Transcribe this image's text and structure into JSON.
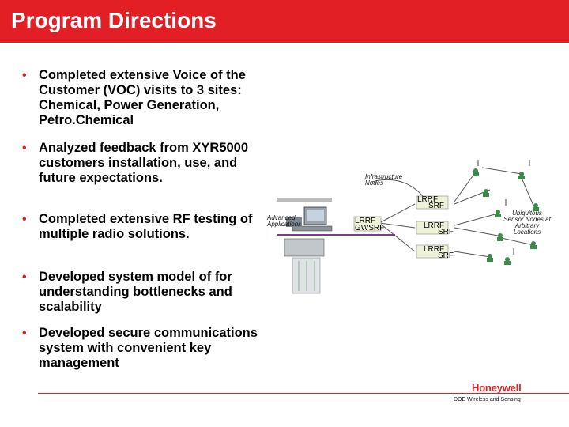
{
  "slide": {
    "title": "Program Directions",
    "bullets": [
      "Completed extensive Voice of the Customer (VOC) visits to 3 sites: Chemical, Power Generation, Petro.Chemical",
      "Analyzed feedback from XYR5000 customers installation, use, and future expectations.",
      "Completed extensive RF testing of multiple radio solutions.",
      "Developed system model of for understanding bottlenecks and scalability",
      "Developed secure communications system with convenient key management"
    ]
  },
  "diagram": {
    "infrastructure_label": "Infrastructure Nodes",
    "advanced_apps_label": "Advanced Applications",
    "ubiquitous_label": "Ubiquitous Sensor Nodes at Arbitrary Locations",
    "lrrf_label": "LRRF",
    "srf_label": "SRF",
    "lrrf_mid_label": "LRRF",
    "gwsrf_label": "GWSRF"
  },
  "footer": {
    "logo": "Honeywell",
    "caption": "DOE Wireless and Sensing"
  },
  "colors": {
    "accent": "#e31f26"
  }
}
